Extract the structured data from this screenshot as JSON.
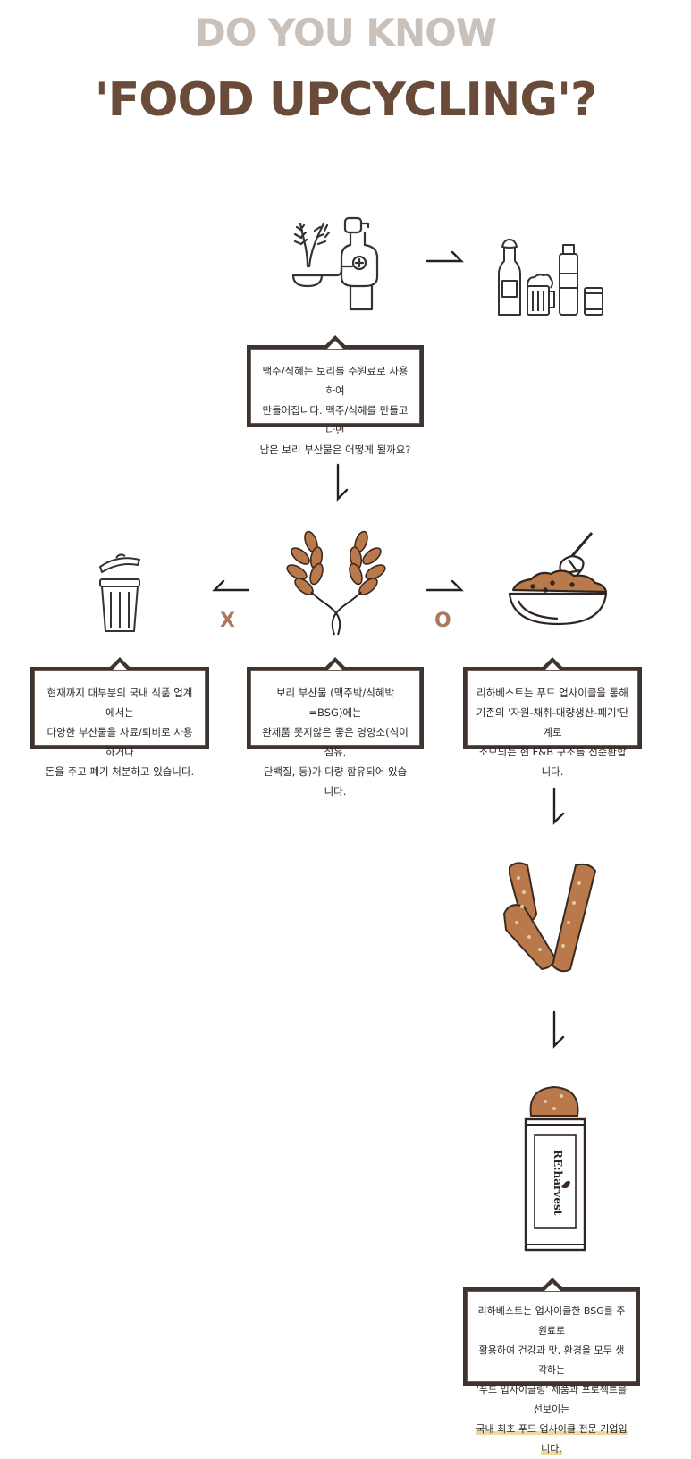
{
  "title": {
    "line1": "DO YOU KNOW",
    "line2": "'FOOD UPCYCLING'?"
  },
  "step1_box": {
    "lines": [
      "맥주/식혜는 보리를 주원료로 사용하여",
      "만들어집니다. 맥주/식혜를 만들고 나면",
      "남은 보리 부산물은 어떻게 될까요?"
    ]
  },
  "left_box": {
    "lines": [
      "현재까지 대부분의 국내 식품 업계에서는",
      "다양한 부산물을 사료/퇴비로 사용하거나",
      "돈을 주고 폐기 처분하고 있습니다."
    ]
  },
  "center_box": {
    "lines": [
      "보리 부산물 (맥주박/식혜박=BSG)에는",
      "완제품 못지않은 좋은 영양소(식이섬유,",
      "단백질, 등)가 다량 함유되어 있습니다."
    ]
  },
  "right_box": {
    "lines": [
      "리하베스트는 푸드 업사이클을 통해",
      "기존의 '자원-채취-대량생산-폐기'단계로",
      "소모되는 현 F&B 구조를 선순환합니다."
    ]
  },
  "final_box": {
    "lines": [
      "리하베스트는 업사이클한 BSG를 주원료로",
      "활용하여 건강과 맛, 환경을 모두 생각하는",
      "'푸드 업사이클링' 제품과 프로젝트를 선보이는",
      "국내 최초 푸드 업사이클 전문 기업입니다."
    ]
  },
  "marks": {
    "wrong": "X",
    "right": "O"
  },
  "package_label": "RE:harvest",
  "icons": [
    "barley-brewery-icon",
    "beverages-icon",
    "trash-can-icon",
    "barley-icon",
    "mixing-bowl-icon",
    "granola-bars-icon",
    "bar-package-icon",
    "arrow-icon"
  ],
  "colors": {
    "title_light": "#c9c1ba",
    "title_dark": "#6a4b3a",
    "accent": "#b9794a",
    "ink": "#3f3430"
  }
}
